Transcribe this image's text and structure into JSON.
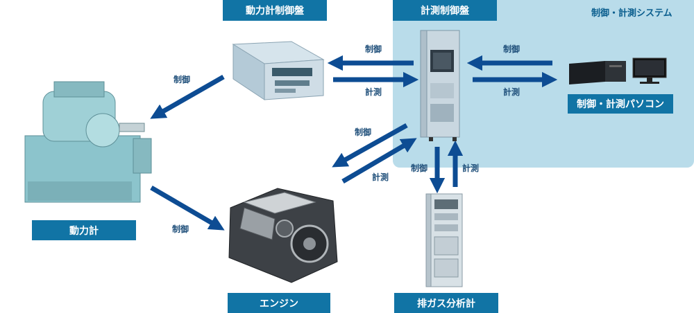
{
  "system_area": {
    "title": "制御・計測システム"
  },
  "boxes": {
    "power_controller": "動力計制御盤",
    "measurement_controller": "計測制御盤",
    "control_pc": "制御・計測パソコン",
    "dynamometer": "動力計",
    "engine": "エンジン",
    "exhaust_analyzer": "排ガス分析計"
  },
  "arrows": {
    "pc_to_meas": "制御",
    "meas_to_pc": "計測",
    "meas_to_power": "制御",
    "power_to_meas": "計測",
    "power_to_dyno": "制御",
    "dyno_to_engine": "制御",
    "meas_to_engine": "制御",
    "engine_to_meas": "計測",
    "meas_to_exhaust": "制御",
    "exhaust_to_meas": "計測"
  },
  "colors": {
    "arrow": "#0d4c93",
    "label_bg": "#1174a5",
    "system_bg": "#b9dcea"
  }
}
